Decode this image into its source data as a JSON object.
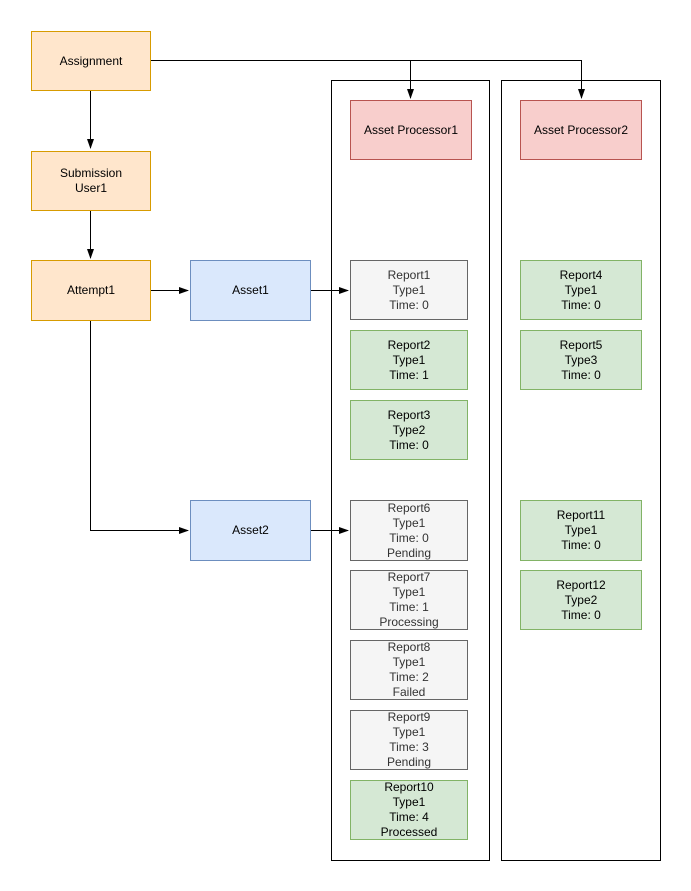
{
  "colors": {
    "orange_fill": "#ffe6cc",
    "orange_border": "#d79b00",
    "blue_fill": "#dae8fc",
    "blue_border": "#6c8ebf",
    "red_fill": "#f8cecc",
    "red_border": "#b85450",
    "green_fill": "#d5e8d4",
    "green_border": "#82b366",
    "gray_fill": "#f5f5f5",
    "gray_border": "#666666",
    "gray_text": "#333333",
    "line_color": "#000000"
  },
  "nodes": {
    "assignment": {
      "label": "Assignment"
    },
    "submission": {
      "line1": "Submission",
      "line2": "User1"
    },
    "attempt1": {
      "label": "Attempt1"
    },
    "asset1": {
      "label": "Asset1"
    },
    "asset2": {
      "label": "Asset2"
    },
    "processor1": {
      "label": "Asset Processor1"
    },
    "processor2": {
      "label": "Asset Processor2"
    }
  },
  "reports": [
    {
      "name": "Report1",
      "type": "Type1",
      "time": "Time: 0",
      "status": ""
    },
    {
      "name": "Report2",
      "type": "Type1",
      "time": "Time: 1",
      "status": ""
    },
    {
      "name": "Report3",
      "type": "Type2",
      "time": "Time: 0",
      "status": ""
    },
    {
      "name": "Report4",
      "type": "Type1",
      "time": "Time: 0",
      "status": ""
    },
    {
      "name": "Report5",
      "type": "Type3",
      "time": "Time: 0",
      "status": ""
    },
    {
      "name": "Report6",
      "type": "Type1",
      "time": "Time: 0",
      "status": "Pending"
    },
    {
      "name": "Report7",
      "type": "Type1",
      "time": "Time: 1",
      "status": "Processing"
    },
    {
      "name": "Report8",
      "type": "Type1",
      "time": "Time: 2",
      "status": "Failed"
    },
    {
      "name": "Report9",
      "type": "Type1",
      "time": "Time: 3",
      "status": "Pending"
    },
    {
      "name": "Report10",
      "type": "Type1",
      "time": "Time: 4",
      "status": "Processed"
    },
    {
      "name": "Report11",
      "type": "Type1",
      "time": "Time: 0",
      "status": ""
    },
    {
      "name": "Report12",
      "type": "Type2",
      "time": "Time: 0",
      "status": ""
    }
  ]
}
